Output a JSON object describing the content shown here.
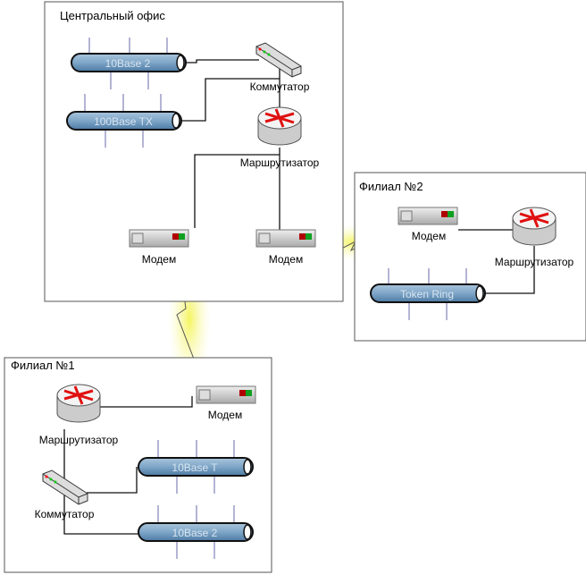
{
  "sites": {
    "central": {
      "title": "Центральный офис",
      "bus1": "10Base 2",
      "bus2": "100Base TX",
      "switch": "Коммутатор",
      "router": "Маршрутизатор",
      "modem1": "Модем",
      "modem2": "Модем"
    },
    "branch2": {
      "title": "Филиал №2",
      "modem": "Модем",
      "router": "Маршрутизатор",
      "bus": "Token Ring"
    },
    "branch1": {
      "title": "Филиал №1",
      "router": "Маршрутизатор",
      "modem": "Модем",
      "switch": "Коммутатор",
      "bus1": "10Base T",
      "bus2": "10Base 2"
    }
  },
  "colors": {
    "bus": "#7fa6c8",
    "link": "#f2f27a",
    "router_arrow": "#e01010",
    "modem_led_red": "#b00000",
    "modem_led_green": "#10a020"
  }
}
